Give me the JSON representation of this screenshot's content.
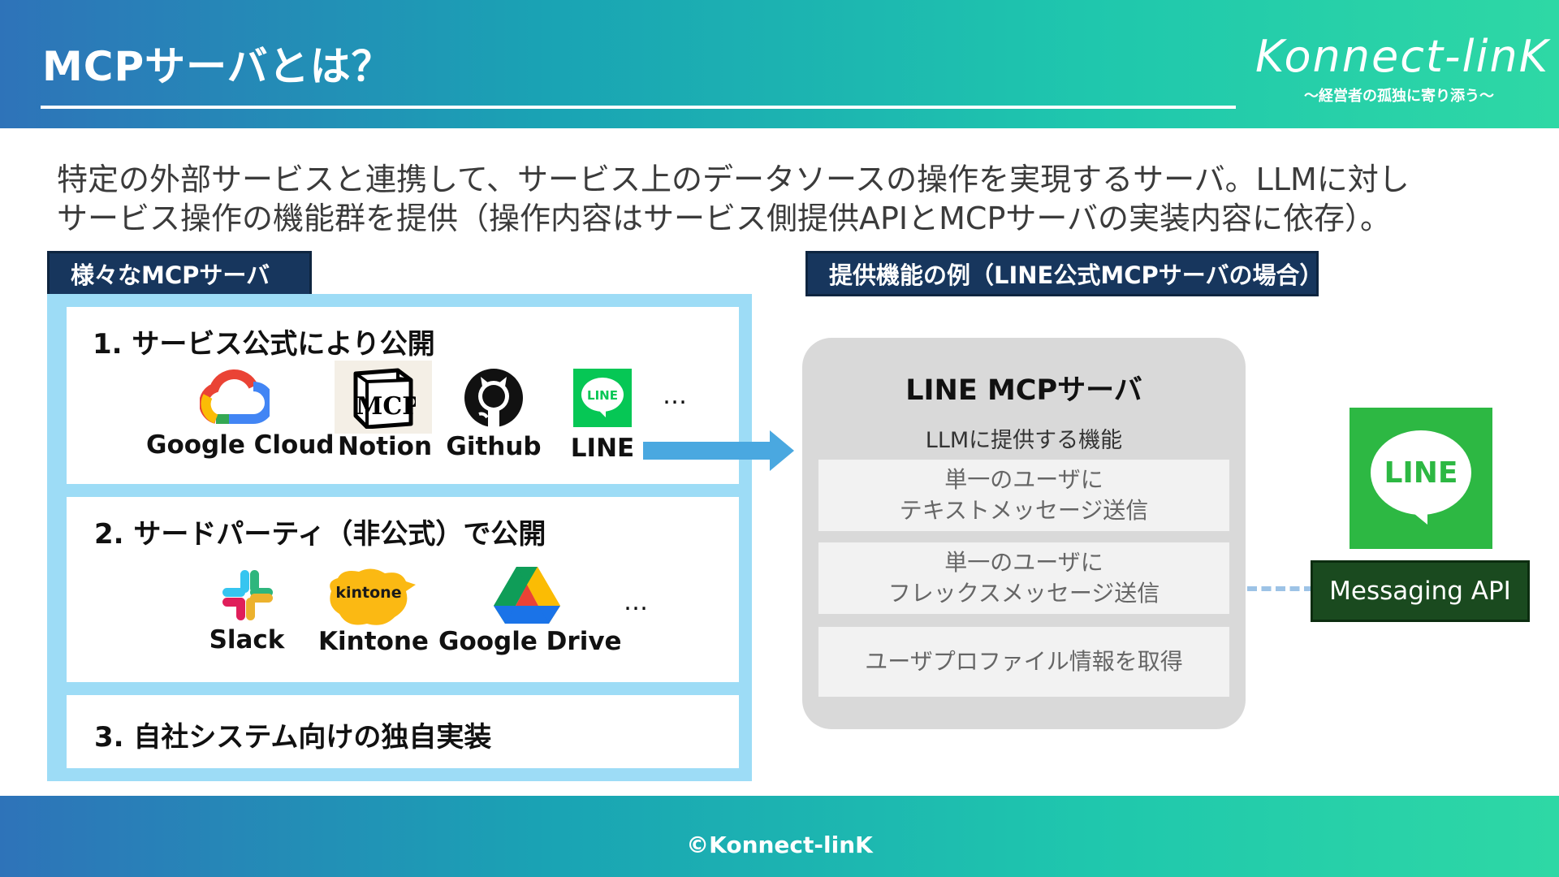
{
  "header": {
    "title": "MCPサーバとは？",
    "logo_text": "Konnect-linK",
    "logo_tagline": "〜経営者の孤独に寄り添う〜"
  },
  "intro": {
    "line1": "特定の外部サービスと連携して、サービス上のデータソースの操作を実現するサーバ。LLMに対し",
    "line2": "サービス操作の機能群を提供（操作内容はサービス側提供APIとMCPサーバの実装内容に依存）。"
  },
  "left_section": {
    "tab_label": "様々なMCPサーバ",
    "categories": [
      {
        "title": "1. サービス公式により公開",
        "services": [
          "Google Cloud",
          "Notion",
          "Github",
          "LINE"
        ],
        "more": "…"
      },
      {
        "title": "2. サードパーティ（非公式）で公開",
        "services": [
          "Slack",
          "Kintone",
          "Google Drive"
        ],
        "kintone_logo_text": "kintone",
        "more": "…"
      },
      {
        "title": "3. 自社システム向けの独自実装"
      }
    ],
    "notion_logo_text": "MCP",
    "line_logo_text": "LINE"
  },
  "right_section": {
    "tab_label": "提供機能の例（LINE公式MCPサーバの場合）",
    "server_title": "LINE MCPサーバ",
    "features_subtitle": "LLMに提供する機能",
    "features": [
      {
        "line1": "単一のユーザに",
        "line2": "テキストメッセージ送信"
      },
      {
        "line1": "単一のユーザに",
        "line2": "フレックスメッセージ送信"
      },
      {
        "line1": "ユーザプロファイル情報を取得"
      }
    ],
    "line_logo_text": "LINE",
    "messaging_api_label": "Messaging API"
  },
  "footer": {
    "copyright": "©Konnect-linK"
  },
  "colors": {
    "header_gradient_start": "#2e73b9",
    "header_gradient_end": "#2ed8a5",
    "tab_bg": "#17365d",
    "panel_bg": "#9ddcf6",
    "arrow": "#4aa8e0",
    "server_box": "#d9d9d9",
    "line_green": "#06c755",
    "messaging_api_bg": "#1a4a1f"
  }
}
